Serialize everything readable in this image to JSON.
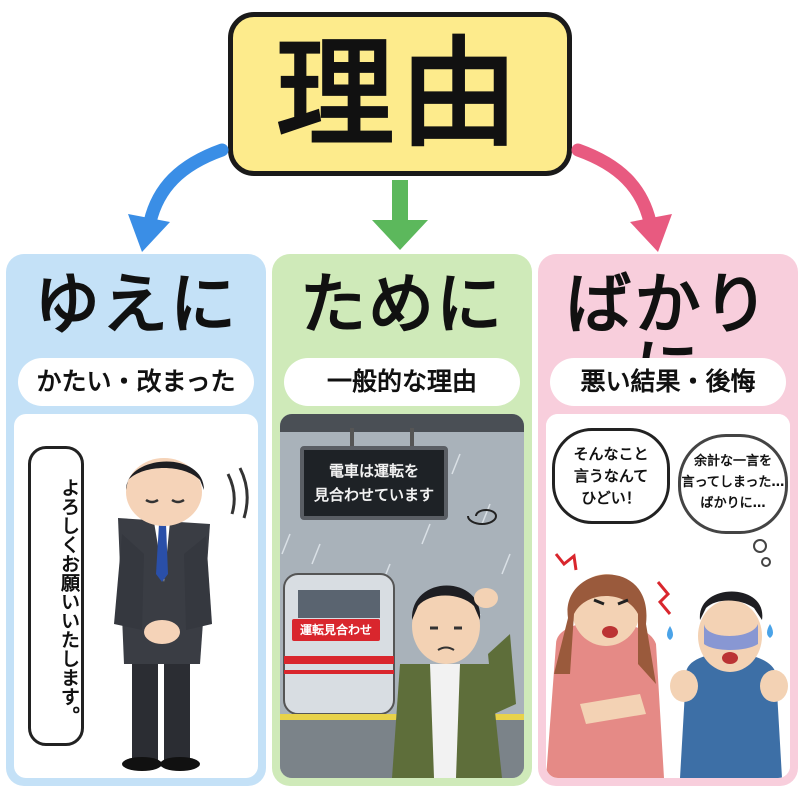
{
  "title": "理由",
  "colors": {
    "blue": "#3a8ee6",
    "green": "#5cb85c",
    "pink": "#e85a80",
    "title_bg": "#fdeb8c"
  },
  "panels": [
    {
      "heading": "ゆえに",
      "subtitle": "かたい・改まった",
      "speech_lines": [
        "よろしく",
        "お願いいたします。"
      ]
    },
    {
      "heading": "ために",
      "subtitle": "一般的な理由",
      "board_lines": [
        "電車は運転を",
        "見合わせています"
      ],
      "train_label": "運転見合わせ"
    },
    {
      "heading": "ばかりに",
      "subtitle": "悪い結果・後悔",
      "speech_left_lines": [
        "そんなこと",
        "言うなんて",
        "ひどい！"
      ],
      "thought_lines": [
        "余計な一言を",
        "言ってしまった…",
        "ばかりに…"
      ]
    }
  ]
}
